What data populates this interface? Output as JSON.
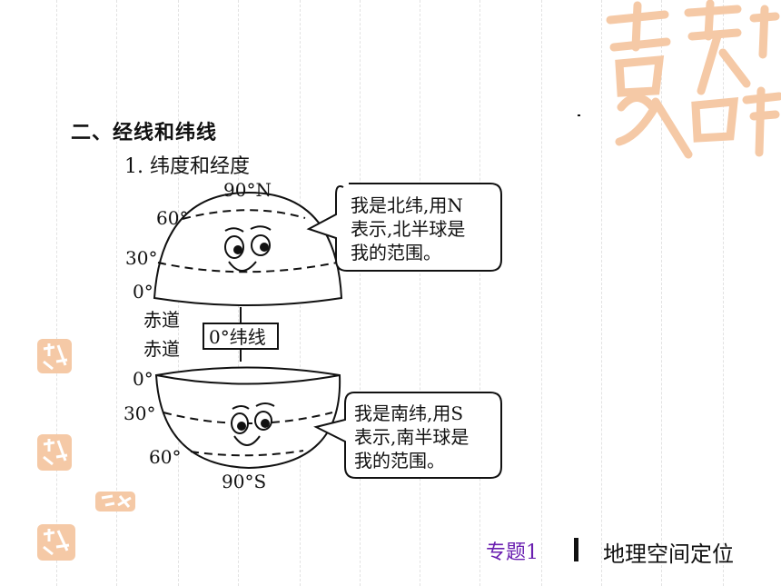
{
  "heading": "二、经线和纬线",
  "subheading": "1. 纬度和经度",
  "diagram": {
    "north_pole_label": "90°N",
    "south_pole_label": "90°S",
    "north_lat_labels": [
      "60°",
      "30°",
      "0°"
    ],
    "south_lat_labels": [
      "0°",
      "30°",
      "60°"
    ],
    "equator_label_top": "赤道",
    "equator_label_bottom": "赤道",
    "equator_box_label": "0°纬线",
    "north_bubble_lines": [
      "我是北纬,用N",
      "表示,北半球是",
      "我的范围。"
    ],
    "south_bubble_lines": [
      "我是南纬,用S",
      "表示,南半球是",
      "我的范围。"
    ]
  },
  "footer": {
    "topic": "专题1",
    "title": "地理空间定位"
  },
  "colors": {
    "topic": "#6a1fb0",
    "logo": "#f5c9a6"
  }
}
